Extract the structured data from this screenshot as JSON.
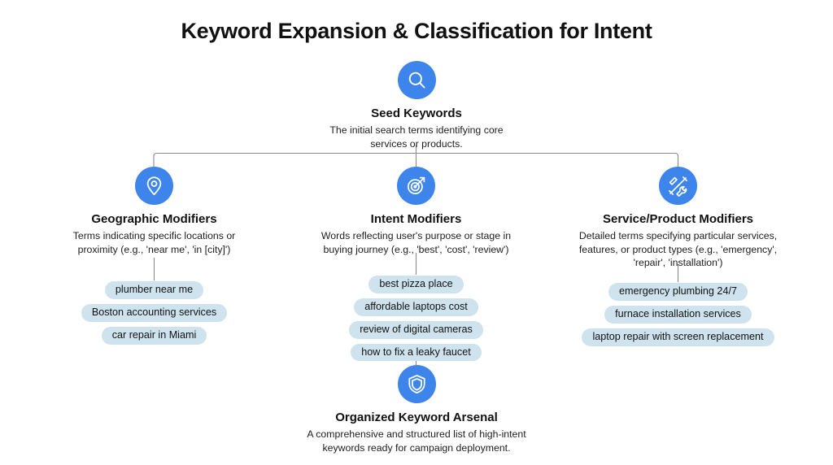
{
  "title": "Keyword Expansion & Classification for Intent",
  "theme": {
    "background": "#ffffff",
    "icon_circle": "#3d85eb",
    "icon_glyph": "#ffffff",
    "pill_background": "#cee3ed",
    "pill_text": "#121212",
    "connector_line": "#8a8a8a",
    "title_text": "#111111"
  },
  "root": {
    "icon": "search-icon",
    "title": "Seed Keywords",
    "description": "The initial search terms identifying core services or products."
  },
  "branches": [
    {
      "id": "geographic",
      "icon": "location-pin-icon",
      "title": "Geographic Modifiers",
      "description": "Terms indicating specific locations or proximity (e.g., 'near me', 'in [city]')",
      "keywords": [
        "plumber near me",
        "Boston accounting services",
        "car repair in Miami"
      ]
    },
    {
      "id": "intent",
      "icon": "target-icon",
      "title": "Intent Modifiers",
      "description": "Words reflecting user's purpose or stage in buying journey (e.g., 'best', 'cost', 'review')",
      "keywords": [
        "best pizza place",
        "affordable laptops cost",
        "review of digital cameras",
        "how to fix a leaky faucet"
      ]
    },
    {
      "id": "service-product",
      "icon": "hammer-wrench-icon",
      "title": "Service/Product Modifiers",
      "description": "Detailed terms specifying particular services, features, or product types (e.g., 'emergency', 'repair', 'installation')",
      "keywords": [
        "emergency plumbing 24/7",
        "furnace installation services",
        "laptop repair with screen replacement"
      ]
    }
  ],
  "outcome": {
    "icon": "shield-icon",
    "title": "Organized Keyword Arsenal",
    "description": "A comprehensive and structured list of high-intent keywords ready for campaign deployment."
  }
}
